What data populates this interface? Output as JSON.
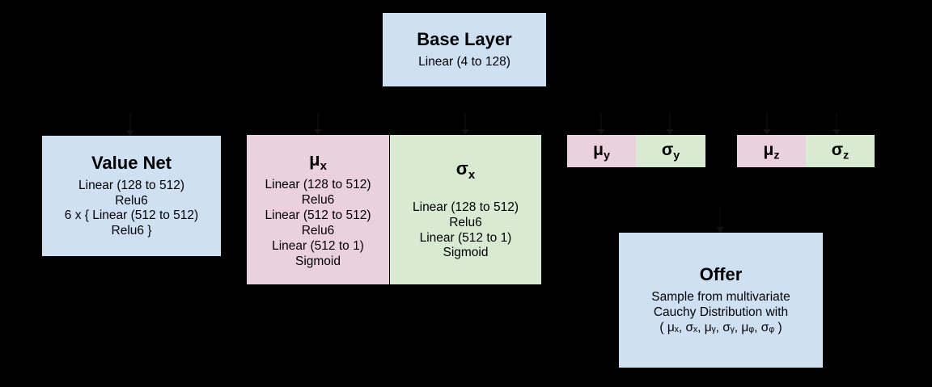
{
  "diagram": {
    "background_color": "#000000",
    "palette": {
      "blue": "#cfe0f3",
      "pink": "#ead1dd",
      "green": "#d9ead3"
    },
    "nodes": {
      "base_layer": {
        "title": "Base Layer",
        "lines": [
          "Linear (4 to 128)"
        ]
      },
      "value_net": {
        "title": "Value Net",
        "lines": [
          "Linear (128 to 512)",
          "Relu6",
          "6 x { Linear (512 to 512)",
          "Relu6 }"
        ]
      },
      "mu_x": {
        "title_base": "μ",
        "title_sub": "x",
        "lines": [
          "Linear (128 to 512)",
          "Relu6",
          "Linear (512 to 512)",
          "Relu6",
          "Linear (512 to 1)",
          "Sigmoid"
        ]
      },
      "sigma_x": {
        "title_base": "σ",
        "title_sub": "x",
        "lines": [
          "Linear (128 to 512)",
          "Relu6",
          "Linear (512 to 1)",
          "Sigmoid"
        ]
      },
      "mu_y": {
        "title_base": "μ",
        "title_sub": "y"
      },
      "sigma_y": {
        "title_base": "σ",
        "title_sub": "y"
      },
      "mu_z": {
        "title_base": "μ",
        "title_sub": "z"
      },
      "sigma_z": {
        "title_base": "σ",
        "title_sub": "z"
      },
      "offer": {
        "title": "Offer",
        "lines": [
          "Sample from multivariate",
          "Cauchy Distribution with",
          "( μₓ, σₓ, μᵧ, σᵧ, μᵩ, σᵩ )"
        ]
      }
    }
  }
}
